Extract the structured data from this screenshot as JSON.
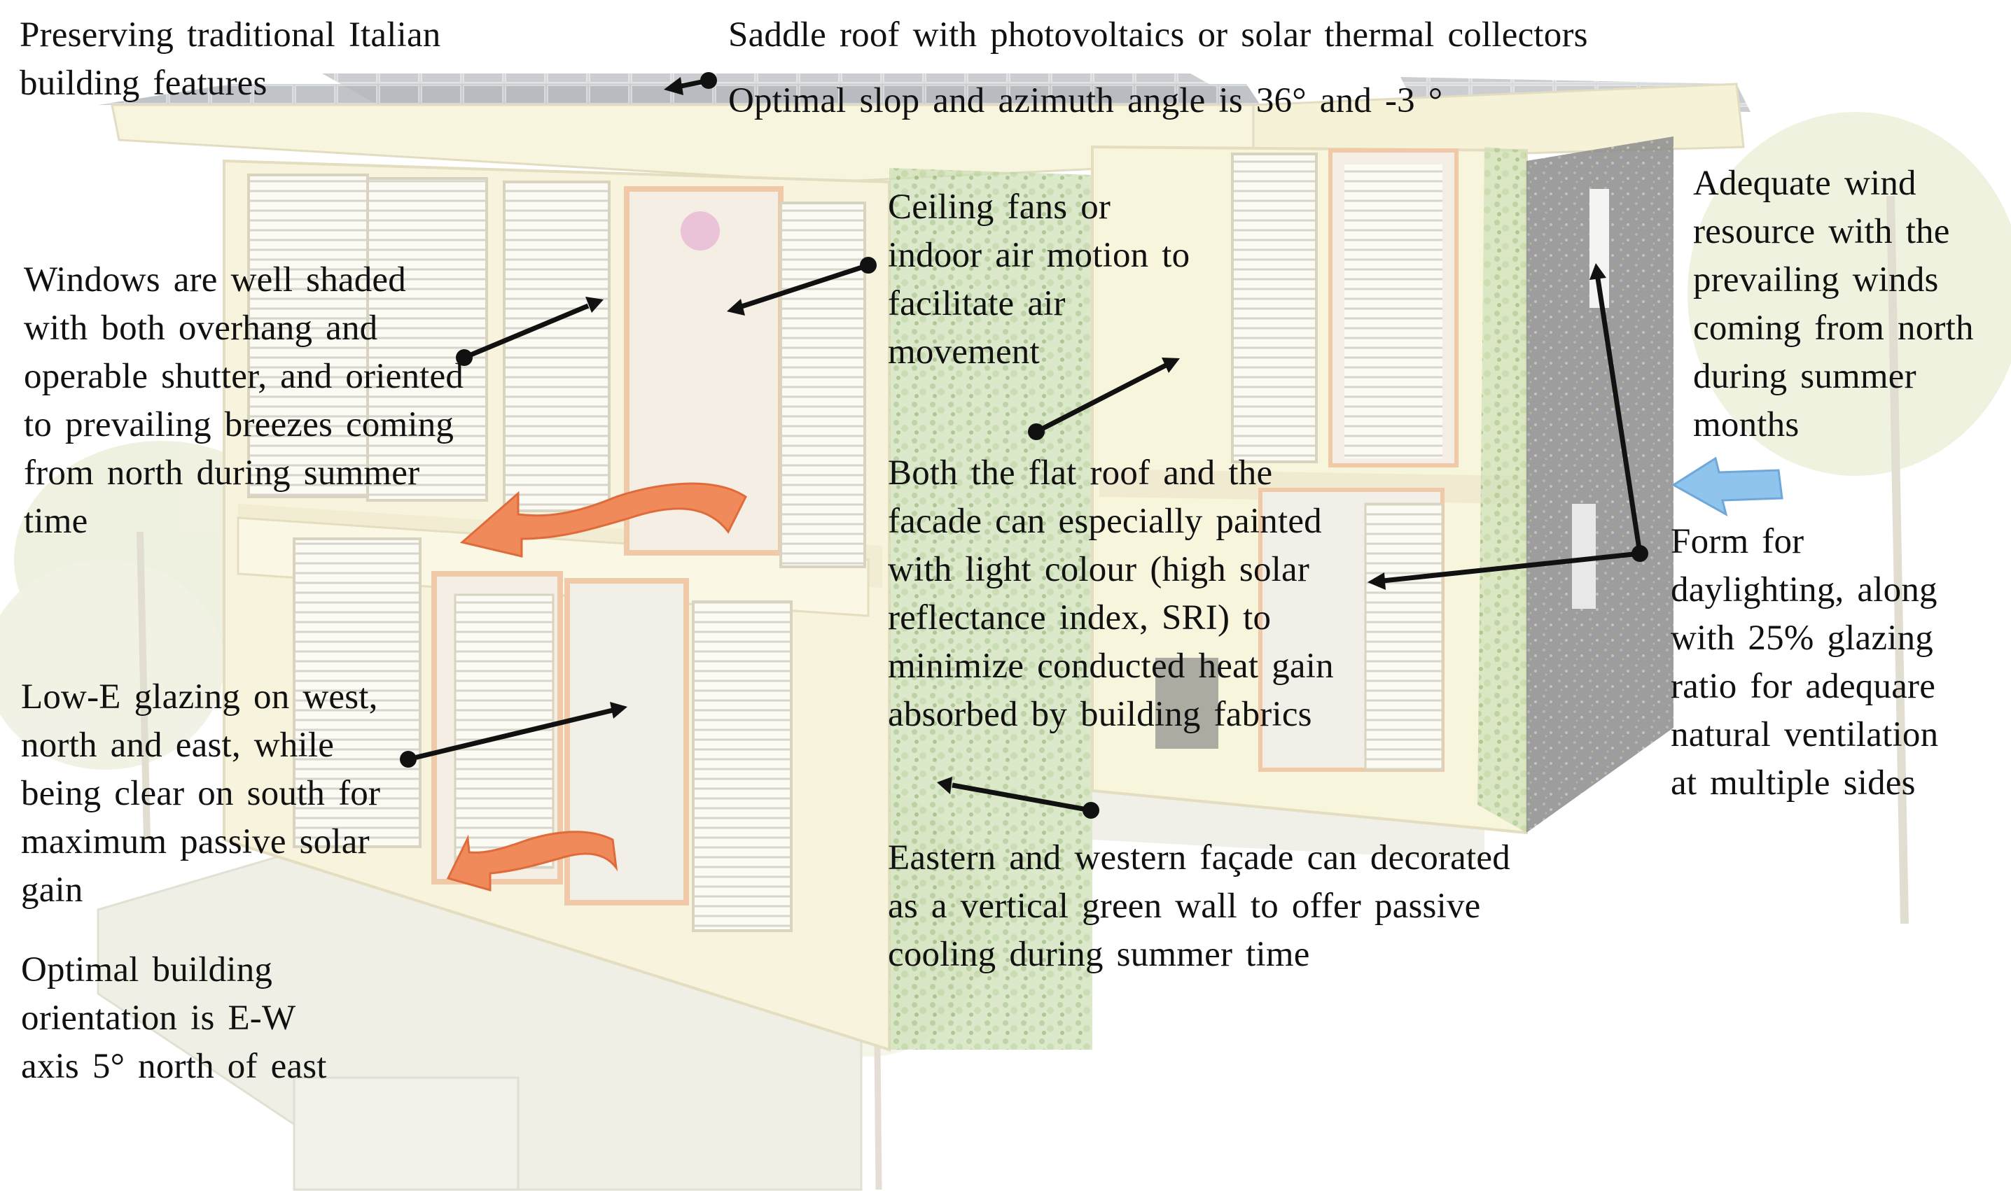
{
  "labels": {
    "italian_features": "Preserving traditional Italian\nbuilding features",
    "saddle_roof": "Saddle roof with photovoltaics or solar thermal collectors",
    "optimal_slope": "Optimal slop and azimuth angle is 36° and -3 °",
    "ceiling_fans": "Ceiling fans or\nindoor air motion to\nfacilitate air\nmovement",
    "windows_shaded": "Windows are well shaded\nwith both overhang and\noperable shutter, and oriented\nto prevailing breezes coming\nfrom north during summer\ntime",
    "wind_resource": "Adequate wind\nresource with the\nprevailing winds\ncoming from north\nduring summer\nmonths",
    "flat_roof_facade": "Both the flat roof and the\nfacade can especially painted\nwith light colour (high solar\nreflectance index, SRI) to\nminimize conducted heat gain\nabsorbed by building fabrics",
    "daylighting": "Form for\ndaylighting, along\nwith 25% glazing\nratio for adequare\nnatural ventilation\nat multiple sides",
    "low_e_glazing": "Low-E glazing on west,\nnorth and east, while\nbeing clear on south for\nmaximum passive solar\ngain",
    "green_wall": "Eastern and western façade can decorated\nas a vertical green wall to offer passive\ncooling during summer time",
    "orientation": "Optimal building\norientation is E-W\naxis 5° north of east"
  },
  "colors": {
    "arrow": "#111111",
    "airflow": "#f08a5a",
    "wind": "#8fc4ec",
    "greenery": "#a8c48a",
    "building": "#f7f3dc",
    "frame": "#f0c9a8",
    "dark_wall": "#8a8a8a"
  }
}
